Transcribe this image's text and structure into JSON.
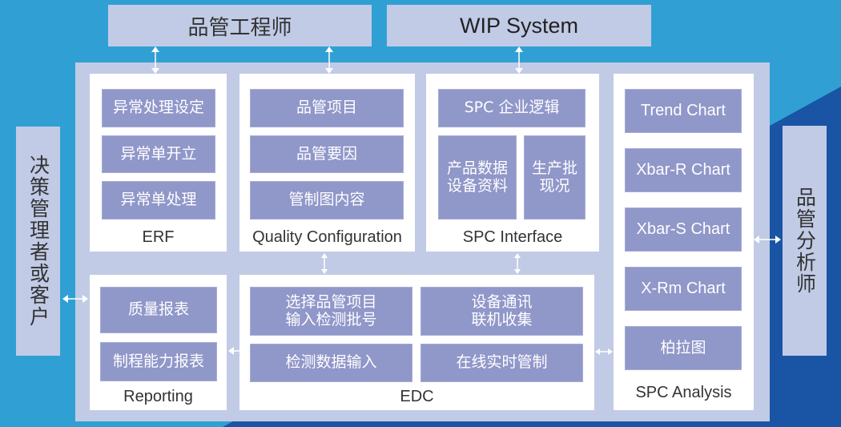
{
  "colors": {
    "background": "#30a0d4",
    "background_dark": "#1a55a5",
    "actor_box": "#c1cbe6",
    "platform": "#c1cbe6",
    "module": "#ffffff",
    "function_box": "#9097c9",
    "function_text": "#ffffff",
    "title_text": "#333333",
    "arrow": "#ffffff"
  },
  "actors": {
    "top_left": "品管工程师",
    "top_right": "WIP System",
    "left": "决策管理者或客户",
    "right": "品管分析师"
  },
  "modules": {
    "erf": {
      "title": "ERF",
      "items": [
        "异常处理设定",
        "异常单开立",
        "异常单处理"
      ]
    },
    "quality_configuration": {
      "title": "Quality Configuration",
      "items": [
        "品管项目",
        "品管要因",
        "管制图内容"
      ]
    },
    "spc_interface": {
      "title": "SPC Interface",
      "items": [
        "SPC 企业逻辑",
        "产品数据\n设备资料",
        "生产批\n现况"
      ]
    },
    "spc_analysis": {
      "title": "SPC Analysis",
      "items": [
        "Trend Chart",
        "Xbar-R Chart",
        "Xbar-S Chart",
        "X-Rm Chart",
        "柏拉图"
      ]
    },
    "reporting": {
      "title": "Reporting",
      "items": [
        "质量报表",
        "制程能力报表"
      ]
    },
    "edc": {
      "title": "EDC",
      "items": [
        "选择品管项目\n输入检测批号",
        "设备通讯\n联机收集",
        "检测数据输入",
        "在线实时管制"
      ]
    }
  },
  "connections": [
    {
      "from": "品管工程师",
      "to": "ERF",
      "type": "bidirectional"
    },
    {
      "from": "品管工程师",
      "to": "Quality Configuration",
      "type": "bidirectional"
    },
    {
      "from": "WIP System",
      "to": "SPC Interface",
      "type": "bidirectional"
    },
    {
      "from": "Quality Configuration",
      "to": "EDC",
      "type": "bidirectional"
    },
    {
      "from": "SPC Interface",
      "to": "EDC",
      "type": "bidirectional"
    },
    {
      "from": "决策管理者或客户",
      "to": "Reporting",
      "type": "bidirectional"
    },
    {
      "from": "EDC",
      "to": "Reporting",
      "type": "directional"
    },
    {
      "from": "EDC",
      "to": "SPC Analysis",
      "type": "bidirectional"
    },
    {
      "from": "SPC Analysis",
      "to": "品管分析师",
      "type": "bidirectional"
    }
  ]
}
